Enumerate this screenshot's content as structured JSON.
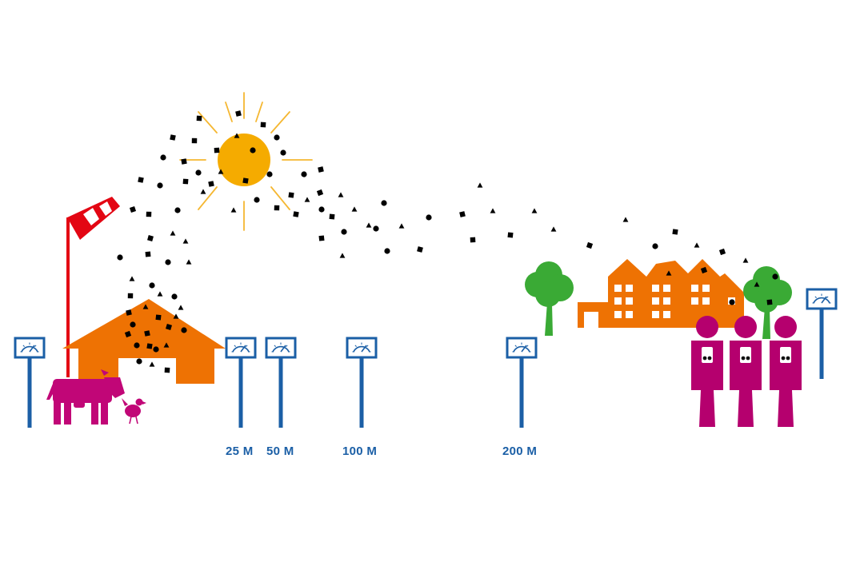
{
  "colors": {
    "background": "#ffffff",
    "sun": "#f5ab00",
    "sun_rays": "#f5b731",
    "barn": "#ee7203",
    "houses": "#ee7203",
    "windsock": "#e30613",
    "animals": "#c10677",
    "people": "#b5006e",
    "trees": "#3aaa35",
    "tree_trunk": "#3aaa35",
    "gauge": "#1b5fa6",
    "particles": "#000000",
    "label": "#1b5fa6"
  },
  "icons": [
    "sun-icon",
    "windsock-icon",
    "barn-icon",
    "cow-icon",
    "chicken-icon",
    "houses-icon",
    "tree-icon",
    "person-icon",
    "gauge-icon",
    "particle-icon"
  ],
  "distance_labels": [
    "25 M",
    "50 M",
    "100 M",
    "200 M"
  ]
}
